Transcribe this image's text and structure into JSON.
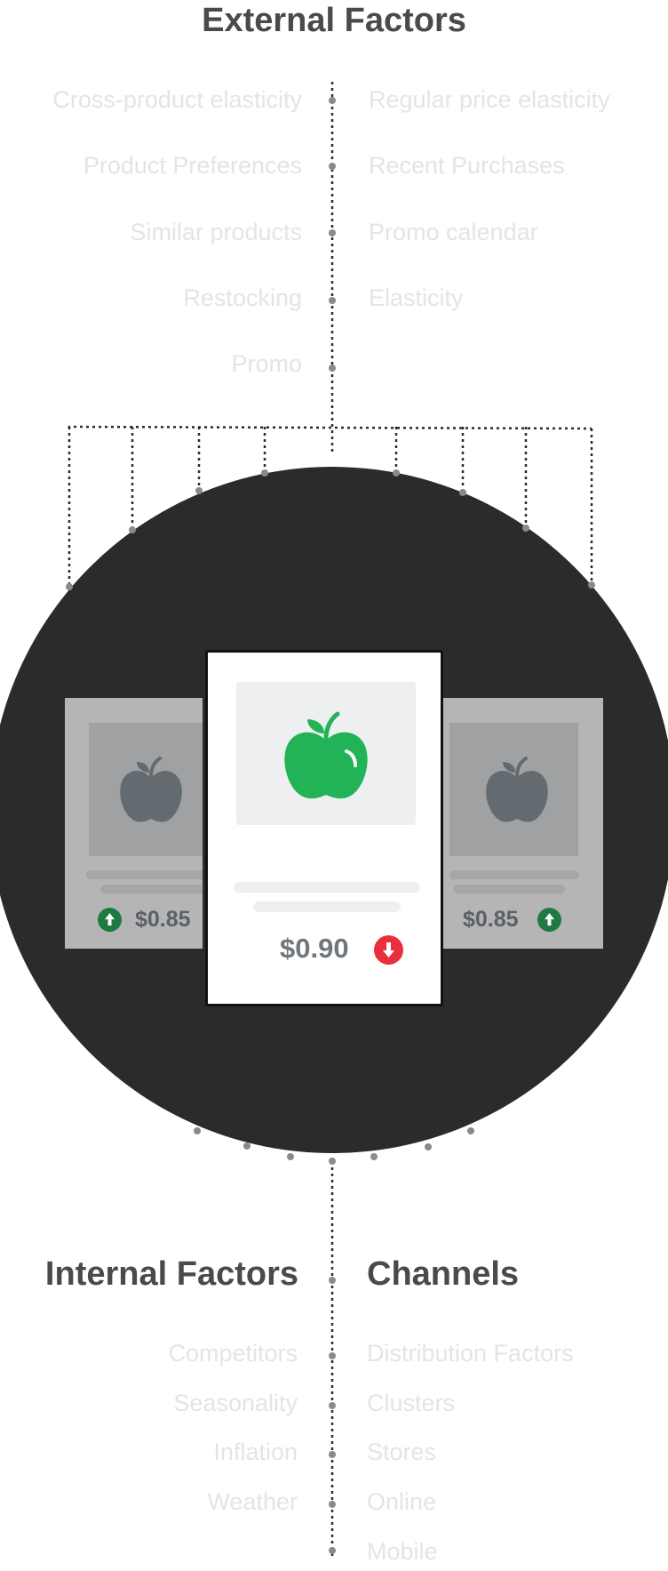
{
  "external": {
    "title": "External Factors",
    "left": [
      "Cross-product elasticity",
      "Product Preferences",
      "Similar products",
      "Restocking",
      "Promo"
    ],
    "right": [
      "Regular price elasticity",
      "Recent Purchases",
      "Promo calendar",
      "Elasticity"
    ]
  },
  "internal": {
    "title": "Internal Factors",
    "items": [
      "Competitors",
      "Seasonality",
      "Inflation",
      "Weather"
    ]
  },
  "channels": {
    "title": "Channels",
    "items": [
      "Distribution Factors",
      "Clusters",
      "Stores",
      "Online",
      "Mobile"
    ]
  },
  "cards": {
    "left": {
      "price": "$0.85",
      "trend": "up",
      "icon": "apple-icon"
    },
    "center": {
      "price": "$0.90",
      "trend": "down",
      "icon": "apple-icon"
    },
    "right": {
      "price": "$0.85",
      "trend": "up",
      "icon": "apple-icon"
    }
  },
  "colors": {
    "circle": "#2b2b2b",
    "apple_active": "#22b357",
    "apple_inactive": "#646b70",
    "trend_up": "#1f7a42",
    "trend_down": "#e8303c",
    "connector": "#2b2b2b",
    "dot": "#8a8a8a"
  }
}
